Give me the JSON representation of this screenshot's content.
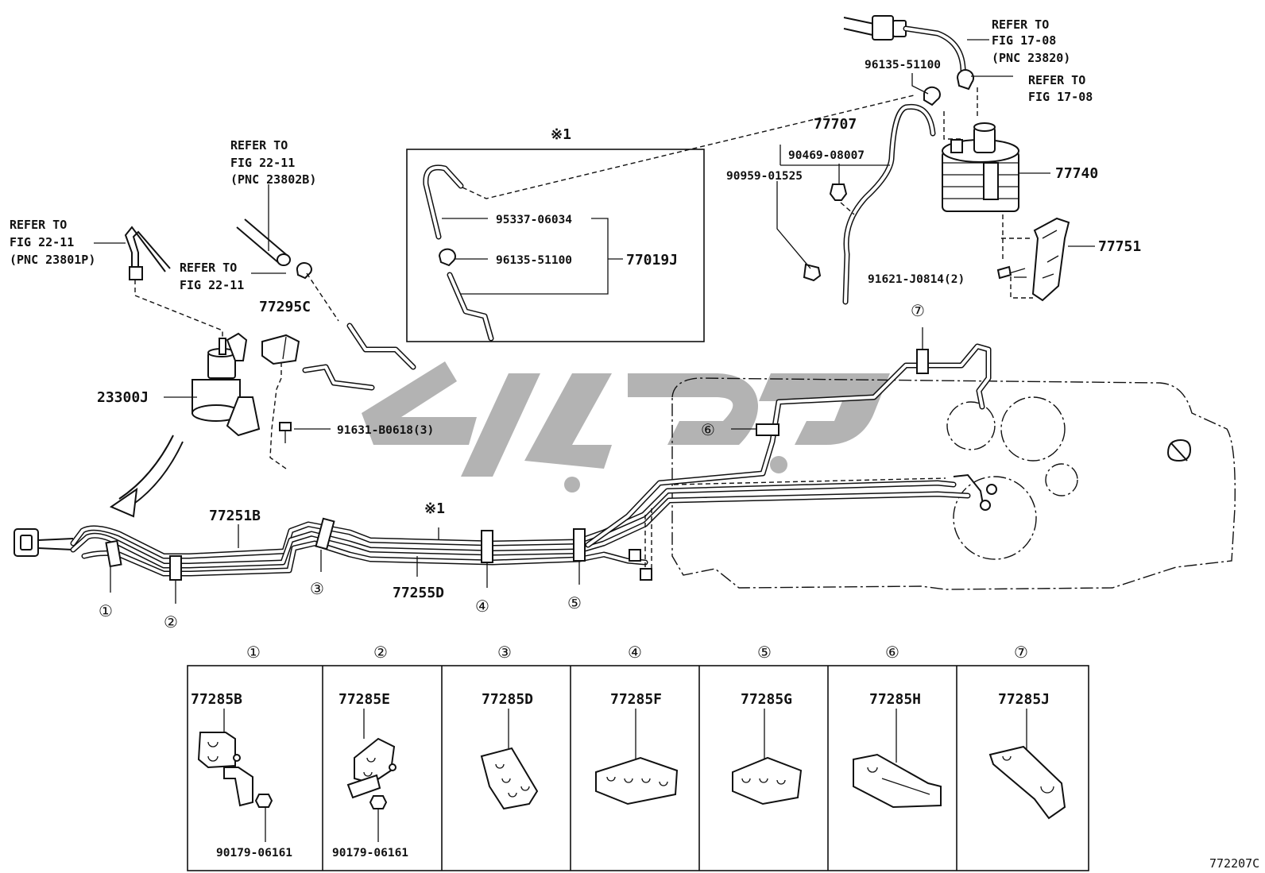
{
  "labels": {
    "ref_top_1": "REFER TO",
    "ref_top_2": "FIG 17-08",
    "ref_top_3": "(PNC 23820)",
    "ref_top_b1": "REFER TO",
    "ref_top_b2": "FIG 17-08",
    "pn_96135_top": "96135-51100",
    "pn_77707": "77707",
    "pn_90469": "90469-08007",
    "pn_90959": "90959-01525",
    "pn_77740": "77740",
    "pn_77751": "77751",
    "pn_91621": "91621-J0814(2)",
    "ref_22_1a": "REFER TO",
    "ref_22_1b": "FIG 22-11",
    "ref_22_1c": "(PNC 23802B)",
    "ref_22_2a": "REFER TO",
    "ref_22_2b": "FIG 22-11",
    "ref_22_2c": "(PNC 23801P)",
    "ref_22_3a": "REFER TO",
    "ref_22_3b": "FIG 22-11",
    "pn_77295c": "77295C",
    "pn_23300j": "23300J",
    "pn_91631": "91631-B0618(3)",
    "pn_77251b": "77251B",
    "pn_77255d": "77255D",
    "note_mark": "※1",
    "inset_mark": "※1",
    "pn_95337": "95337-06034",
    "pn_96135_inset": "96135-51100",
    "pn_77019j": "77019J",
    "figure_id": "772207C"
  },
  "callouts": [
    "①",
    "②",
    "③",
    "④",
    "⑤",
    "⑥",
    "⑦"
  ],
  "clamp_table": {
    "headers": [
      "①",
      "②",
      "③",
      "④",
      "⑤",
      "⑥",
      "⑦"
    ],
    "parts": [
      "77285B",
      "77285E",
      "77285D",
      "77285F",
      "77285G",
      "77285H",
      "77285J"
    ],
    "nuts": [
      "90179-06161",
      "90179-06161"
    ]
  }
}
